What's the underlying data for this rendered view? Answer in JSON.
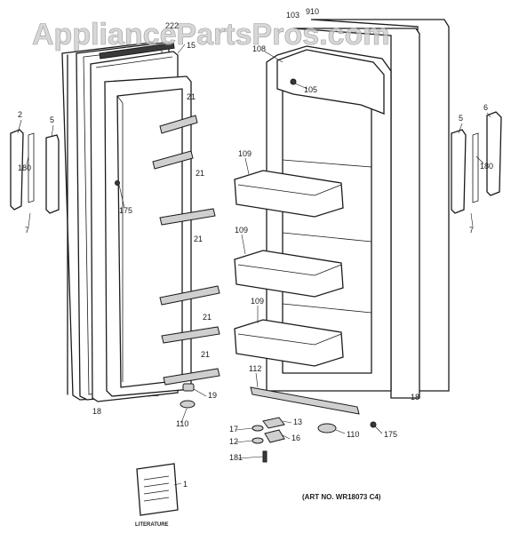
{
  "watermark": "AppliancePartsPros.com",
  "art_number": "(ART NO. WR18073 C4)",
  "literature_label": "LITERATURE",
  "labels": {
    "l_2": "2",
    "l_5_left": "5",
    "l_180_left": "180",
    "l_7_left": "7",
    "l_222": "222",
    "l_15": "15",
    "l_21_a": "21",
    "l_21_b": "21",
    "l_21_c": "21",
    "l_21_d": "21",
    "l_21_e": "21",
    "l_175_left": "175",
    "l_18_left": "18",
    "l_19": "19",
    "l_110_left": "110",
    "l_103": "103",
    "l_910": "910",
    "l_108": "108",
    "l_105": "105",
    "l_109_a": "109",
    "l_109_b": "109",
    "l_109_c": "109",
    "l_112": "112",
    "l_18_right": "18",
    "l_175_right": "175",
    "l_110_right": "110",
    "l_17": "17",
    "l_13": "13",
    "l_12": "12",
    "l_16": "16",
    "l_181": "181",
    "l_5_right": "5",
    "l_6": "6",
    "l_180_right": "180",
    "l_7_right": "7",
    "l_1": "1"
  }
}
